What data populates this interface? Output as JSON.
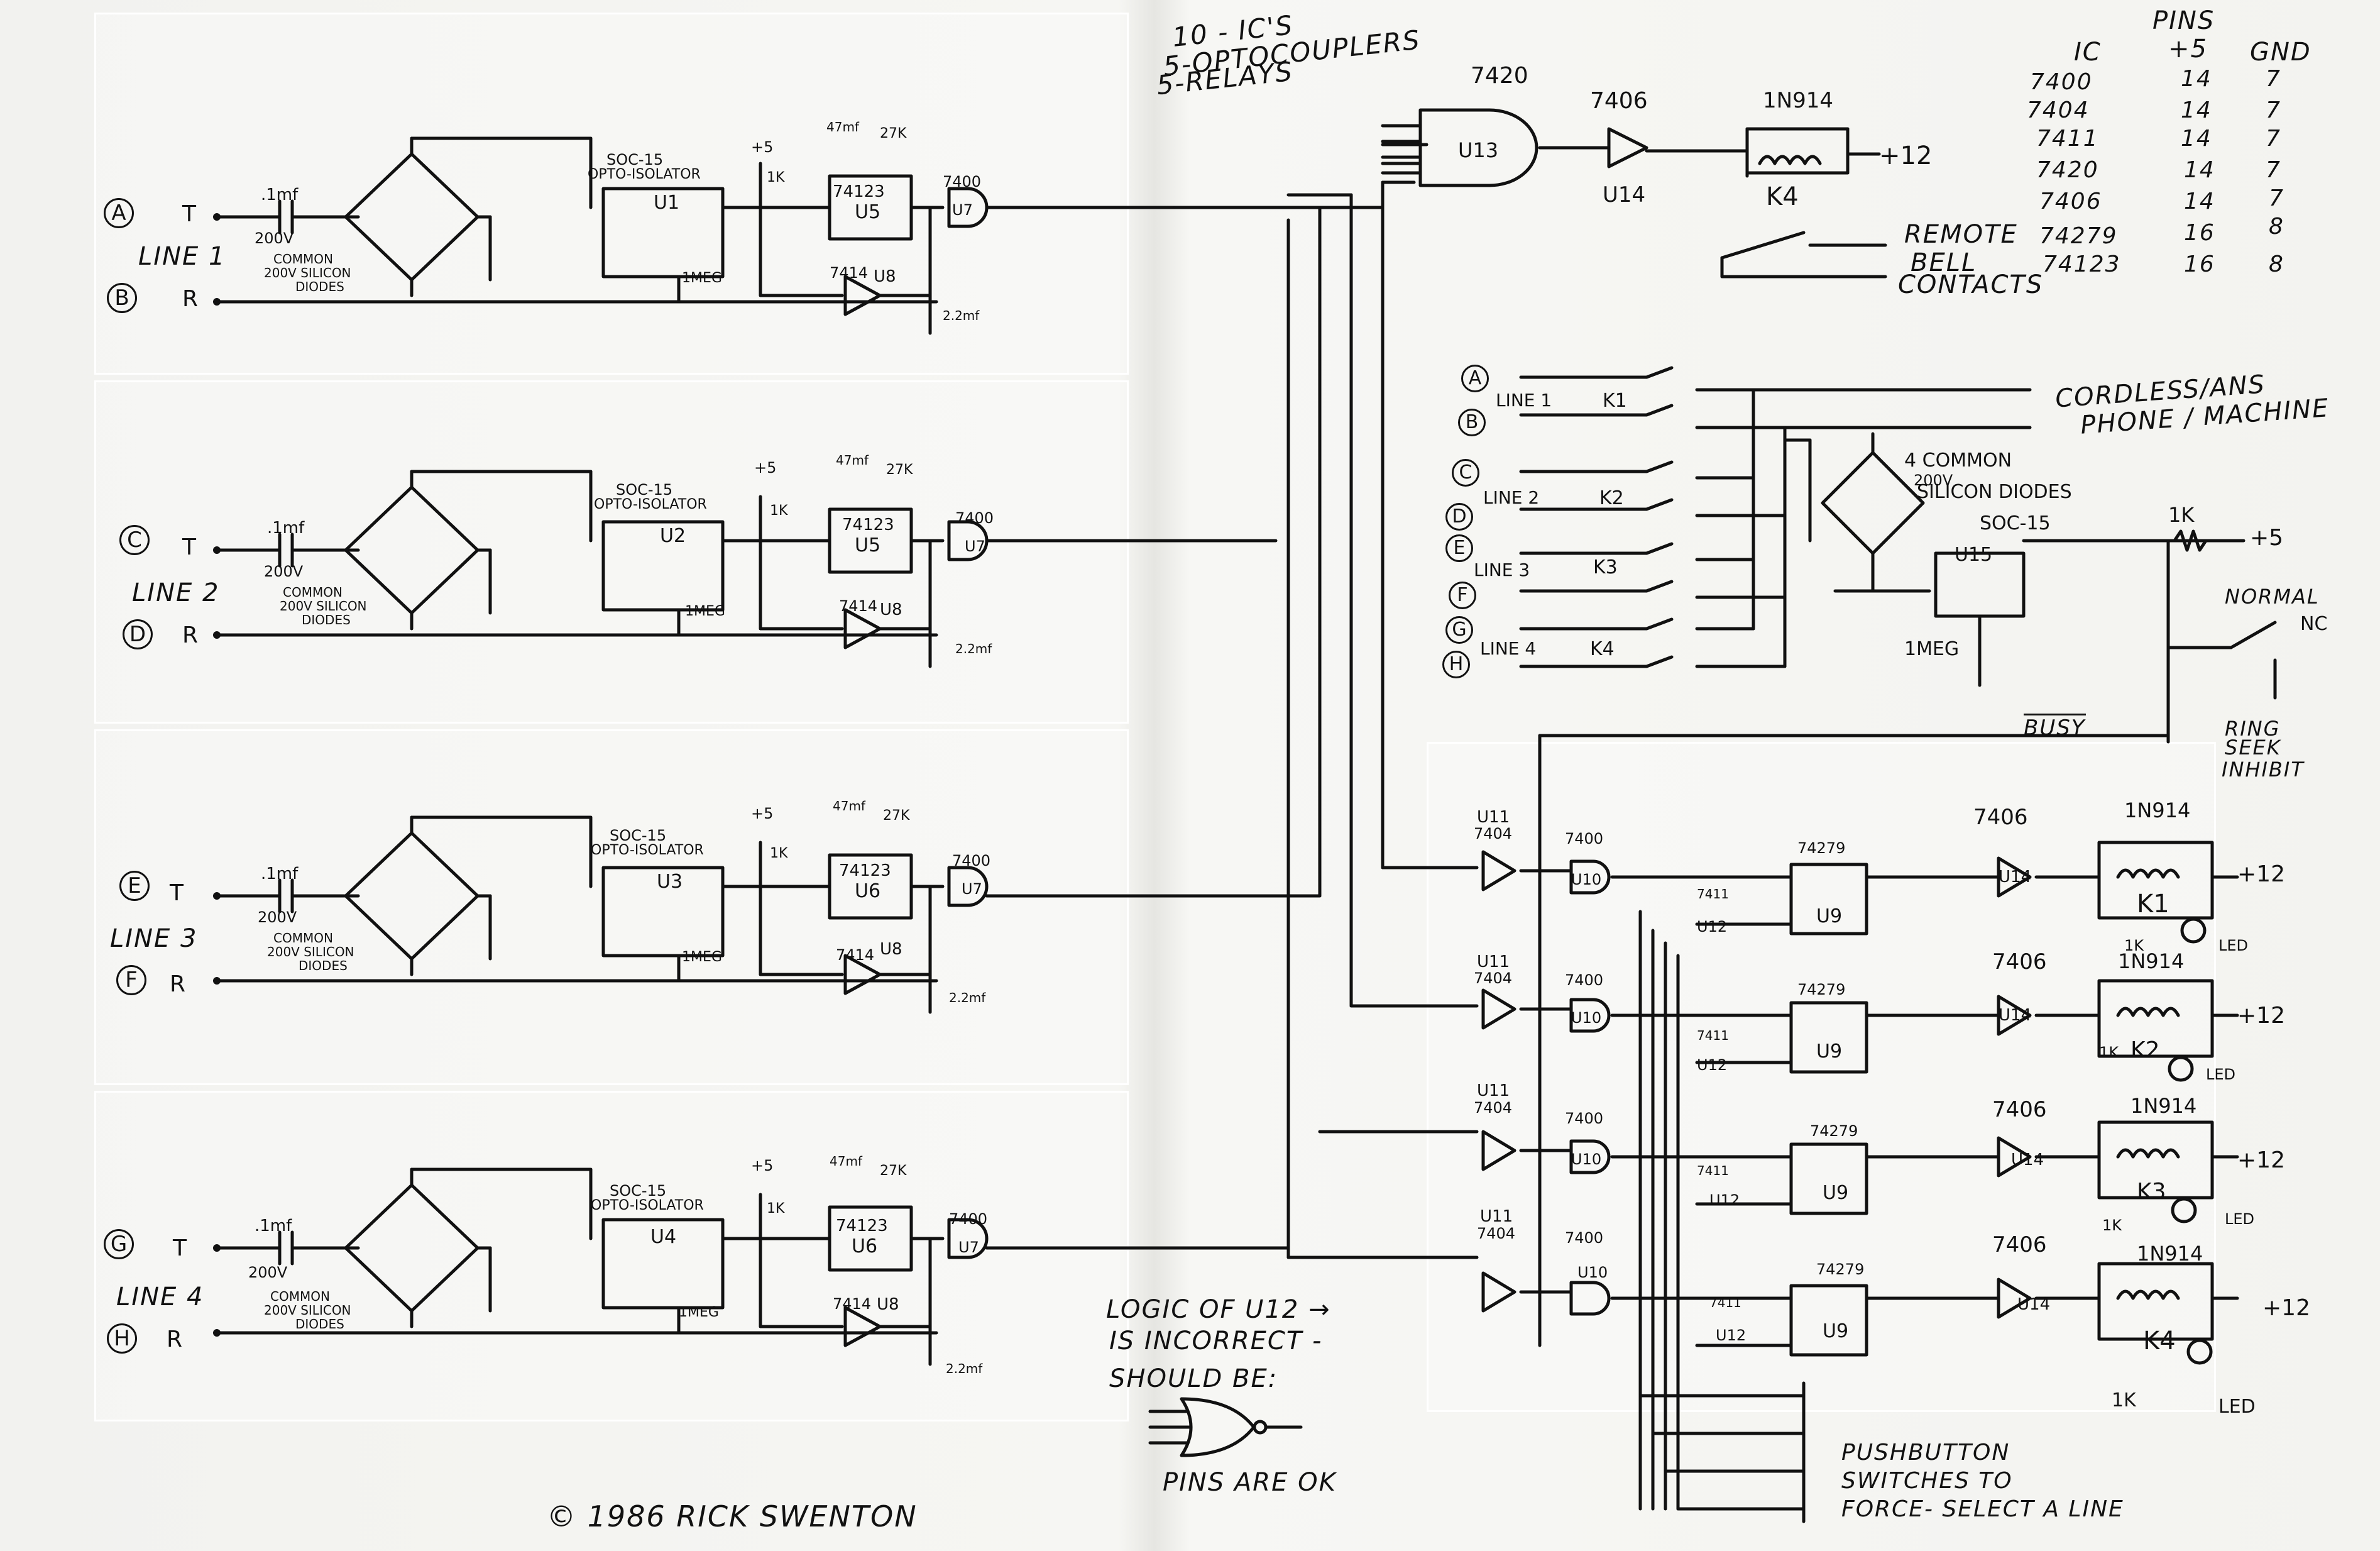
{
  "header": {
    "counts": [
      "10 - IC'S",
      "5-OPTOCOUPLERS",
      "5-RELAYS"
    ]
  },
  "pin_table": {
    "title": "PINS",
    "headers": [
      "IC",
      "+5",
      "GND"
    ],
    "rows": [
      [
        "7400",
        "14",
        "7"
      ],
      [
        "7404",
        "14",
        "7"
      ],
      [
        "7411",
        "14",
        "7"
      ],
      [
        "7420",
        "14",
        "7"
      ],
      [
        "7406",
        "14",
        "7"
      ],
      [
        "74279",
        "16",
        "8"
      ],
      [
        "74123",
        "16",
        "8"
      ]
    ]
  },
  "line_circuits": [
    {
      "name": "LINE 1",
      "t_term": "A",
      "r_term": "B",
      "opto": "U1",
      "oneshot": "U5",
      "schmitt": "U8",
      "nand": "U7"
    },
    {
      "name": "LINE 2",
      "t_term": "C",
      "r_term": "D",
      "opto": "U2",
      "oneshot": "U5",
      "schmitt": "U8",
      "nand": "U7"
    },
    {
      "name": "LINE 3",
      "t_term": "E",
      "r_term": "F",
      "opto": "U3",
      "oneshot": "U6",
      "schmitt": "U8",
      "nand": "U7"
    },
    {
      "name": "LINE 4",
      "t_term": "G",
      "r_term": "H",
      "opto": "U4",
      "oneshot": "U6",
      "schmitt": "U8",
      "nand": "U7"
    }
  ],
  "common_labels": {
    "t": "T",
    "r": "R",
    "cap": ".1mf",
    "cap_v": "200V",
    "diodes_1": "COMMON",
    "diodes_2": "200V SILICON",
    "diodes_3": "DIODES",
    "opto_1": "SOC-15",
    "opto_2": "OPTO-ISOLATOR",
    "oneshot": "74123",
    "schmitt": "7414",
    "nand": "7400",
    "r1k": "1K",
    "r1meg": "1MEG",
    "cap2": "2.2mf",
    "cap47": "47mf",
    "r27k": "27K",
    "plus5": "+5"
  },
  "ring_gate": {
    "gate": "7420",
    "gate_ref": "U13",
    "inverter": "7406",
    "inverter_ref": "U14",
    "diode": "1N914",
    "relay": "K4",
    "supply": "+12",
    "remote_1": "REMOTE",
    "remote_2": "BELL",
    "remote_3": "CONTACTS"
  },
  "relay_section": {
    "lines": [
      {
        "t": "A",
        "r": "B",
        "label": "LINE 1",
        "relay": "K1"
      },
      {
        "t": "C",
        "r": "D",
        "label": "LINE 2",
        "relay": "K2"
      },
      {
        "t": "E",
        "r": "F",
        "label": "LINE 3",
        "relay": "K3"
      },
      {
        "t": "G",
        "r": "H",
        "label": "LINE 4",
        "relay": "K4"
      }
    ],
    "output_1": "CORDLESS/ANS",
    "output_2": "PHONE / MACHINE",
    "diodes_1": "4 COMMON",
    "diodes_2": "200V",
    "diodes_3": "SILICON DIODES",
    "opto": "SOC-15",
    "opto_ref": "U15",
    "r1k": "1K",
    "plus5": "+5",
    "r1meg": "1MEG",
    "normal": "NORMAL",
    "nc": "NC",
    "inhibit_1": "RING",
    "inhibit_2": "SEEK",
    "inhibit_3": "INHIBIT",
    "busy": "BUSY"
  },
  "latch_rows": [
    {
      "inv": "U11",
      "inv_type": "7404",
      "nand": "U10",
      "nand_type": "7400",
      "and": "U12",
      "and_type": "7411",
      "latch": "U9",
      "latch_type": "74279",
      "drv_type": "7406",
      "drv": "U14",
      "diode": "1N914",
      "relay": "K1",
      "r1k": "1K",
      "led": "LED",
      "supply": "+12"
    },
    {
      "inv": "U11",
      "inv_type": "7404",
      "nand": "U10",
      "nand_type": "7400",
      "and": "U12",
      "and_type": "7411",
      "latch": "U9",
      "latch_type": "74279",
      "drv_type": "7406",
      "drv": "U14",
      "diode": "1N914",
      "relay": "K2",
      "r1k": "1K",
      "led": "LED",
      "supply": "+12"
    },
    {
      "inv": "U11",
      "inv_type": "7404",
      "nand": "U10",
      "nand_type": "7400",
      "and": "U12",
      "and_type": "7411",
      "latch": "U9",
      "latch_type": "74279",
      "drv_type": "7406",
      "drv": "U14",
      "diode": "1N914",
      "relay": "K3",
      "r1k": "1K",
      "led": "LED",
      "supply": "+12"
    },
    {
      "inv": "U11",
      "inv_type": "7404",
      "nand": "U10",
      "nand_type": "7400",
      "and": "U12",
      "and_type": "7411",
      "latch": "U9",
      "latch_type": "74279",
      "drv_type": "7406",
      "drv": "U14",
      "diode": "1N914",
      "relay": "K4",
      "r1k": "1K",
      "led": "LED",
      "supply": "+12"
    }
  ],
  "notes": {
    "logic_1": "LOGIC OF  U12 →",
    "logic_2": "IS INCORRECT -",
    "logic_3": "SHOULD BE:",
    "pins_ok": "PINS ARE OK",
    "push_1": "PUSHBUTTON",
    "push_2": "SWITCHES TO",
    "push_3": "FORCE- SELECT A LINE",
    "copyright": "© 1986 RICK SWENTON"
  }
}
